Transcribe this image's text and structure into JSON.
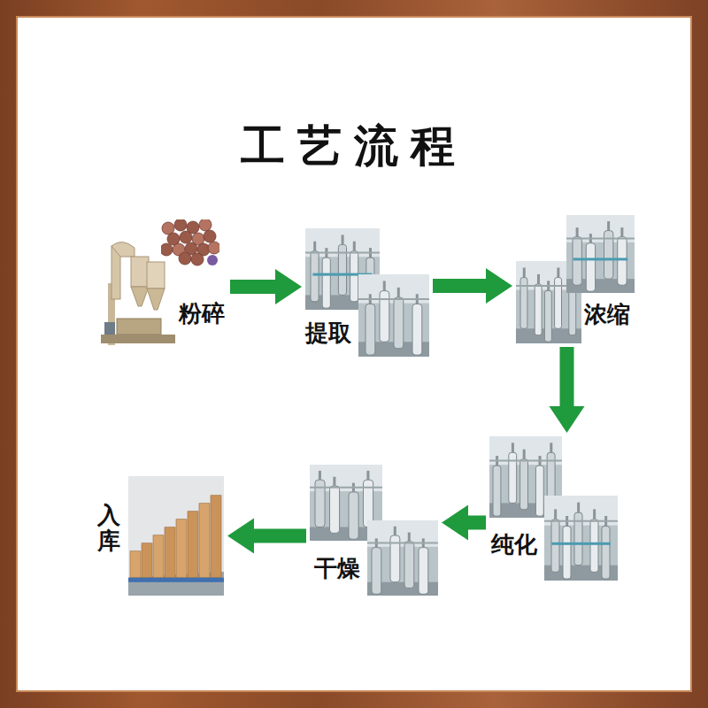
{
  "diagram": {
    "title": "工艺流程",
    "nodes": [
      {
        "text": [
          "粉碎"
        ]
      },
      {
        "text": [
          "提取"
        ]
      },
      {
        "text": [
          "浓缩"
        ]
      },
      {
        "text": [
          "纯化"
        ]
      },
      {
        "text": [
          "干燥"
        ]
      },
      {
        "text": [
          "入库"
        ]
      }
    ],
    "edges": [
      {
        "from": 0,
        "to": 1,
        "arrow": "to"
      },
      {
        "from": 1,
        "to": 2,
        "arrow": "to"
      },
      {
        "from": 2,
        "to": 3,
        "arrow": "to"
      },
      {
        "from": 3,
        "to": 4,
        "arrow": "to"
      },
      {
        "from": 4,
        "to": 5,
        "arrow": "to"
      }
    ]
  }
}
